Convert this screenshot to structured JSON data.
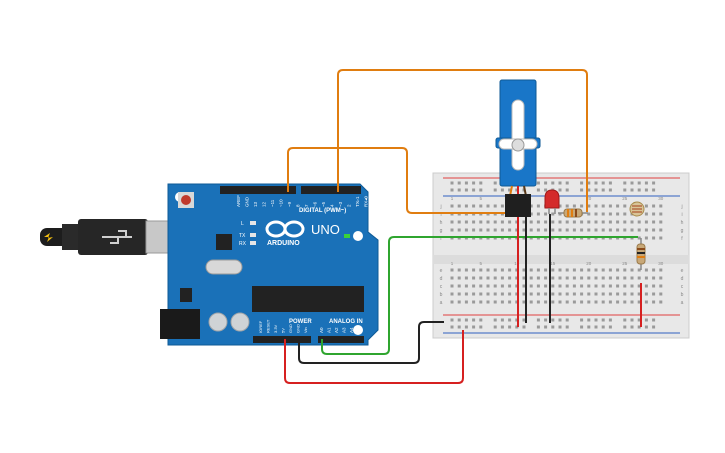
{
  "arduino": {
    "logo_text": "ARDUINO",
    "model": "UNO",
    "on_label": "ON",
    "digital_label": "DIGITAL (PWM~)",
    "aref_label": "AREF",
    "gnd_label": "GND",
    "digital_pins": [
      "13",
      "12",
      "~11",
      "~10",
      "~9",
      "8",
      "7",
      "~6",
      "~5",
      "4",
      "~3",
      "2",
      "TX▹1",
      "RX◂0"
    ],
    "power_label": "POWER",
    "analog_label": "ANALOG IN",
    "power_pins": [
      "IOREF",
      "RESET",
      "3.3V",
      "5V",
      "GND",
      "GND",
      "Vin"
    ],
    "analog_pins": [
      "A0",
      "A1",
      "A2",
      "A3",
      "A4",
      "A5"
    ],
    "led_labels": [
      "L",
      "TX",
      "RX"
    ]
  },
  "breadboard": {
    "row_letters_top": [
      "j",
      "i",
      "h",
      "g",
      "f"
    ],
    "row_letters_bottom": [
      "e",
      "d",
      "c",
      "b",
      "a"
    ],
    "column_numbers": [
      "1",
      "5",
      "10",
      "15",
      "20",
      "25",
      "30"
    ]
  },
  "wires": {
    "colors": {
      "orange": "#e07d10",
      "green": "#2fa52f",
      "black": "#222222",
      "red": "#d62020"
    }
  },
  "colors": {
    "board_blue": "#1a71b8",
    "board_dark": "#0f5a96",
    "breadboard_bg": "#e8e8e8",
    "servo_blue": "#1976c8"
  }
}
